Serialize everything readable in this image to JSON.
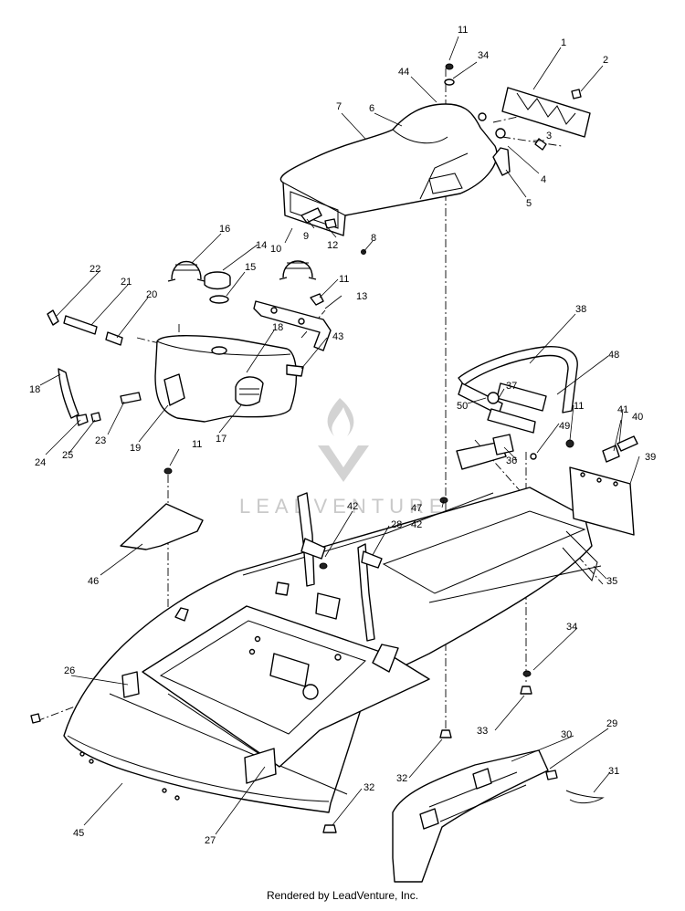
{
  "watermark": {
    "text": "LEADVENTURE"
  },
  "footer": {
    "credit": "Rendered by LeadVenture, Inc."
  },
  "callouts": [
    {
      "id": "1",
      "text": "1"
    },
    {
      "id": "2",
      "text": "2"
    },
    {
      "id": "3",
      "text": "3"
    },
    {
      "id": "4",
      "text": "4"
    },
    {
      "id": "5",
      "text": "5"
    },
    {
      "id": "6",
      "text": "6"
    },
    {
      "id": "7",
      "text": "7"
    },
    {
      "id": "8",
      "text": "8"
    },
    {
      "id": "9",
      "text": "9"
    },
    {
      "id": "10",
      "text": "10"
    },
    {
      "id": "11a",
      "text": "11"
    },
    {
      "id": "11b",
      "text": "11"
    },
    {
      "id": "11c",
      "text": "11"
    },
    {
      "id": "11d",
      "text": "11"
    },
    {
      "id": "12",
      "text": "12"
    },
    {
      "id": "13",
      "text": "13"
    },
    {
      "id": "14",
      "text": "14"
    },
    {
      "id": "15",
      "text": "15"
    },
    {
      "id": "16",
      "text": "16"
    },
    {
      "id": "17",
      "text": "17"
    },
    {
      "id": "18a",
      "text": "18"
    },
    {
      "id": "18b",
      "text": "18"
    },
    {
      "id": "19",
      "text": "19"
    },
    {
      "id": "20",
      "text": "20"
    },
    {
      "id": "21",
      "text": "21"
    },
    {
      "id": "22",
      "text": "22"
    },
    {
      "id": "23",
      "text": "23"
    },
    {
      "id": "24",
      "text": "24"
    },
    {
      "id": "25",
      "text": "25"
    },
    {
      "id": "26",
      "text": "26"
    },
    {
      "id": "27",
      "text": "27"
    },
    {
      "id": "28",
      "text": "28"
    },
    {
      "id": "29",
      "text": "29"
    },
    {
      "id": "30",
      "text": "30"
    },
    {
      "id": "31",
      "text": "31"
    },
    {
      "id": "32a",
      "text": "32"
    },
    {
      "id": "32b",
      "text": "32"
    },
    {
      "id": "33",
      "text": "33"
    },
    {
      "id": "34a",
      "text": "34"
    },
    {
      "id": "34b",
      "text": "34"
    },
    {
      "id": "35",
      "text": "35"
    },
    {
      "id": "36",
      "text": "36"
    },
    {
      "id": "37",
      "text": "37"
    },
    {
      "id": "38",
      "text": "38"
    },
    {
      "id": "39",
      "text": "39"
    },
    {
      "id": "40",
      "text": "40"
    },
    {
      "id": "41",
      "text": "41"
    },
    {
      "id": "42a",
      "text": "42"
    },
    {
      "id": "42b",
      "text": "42"
    },
    {
      "id": "43",
      "text": "43"
    },
    {
      "id": "44",
      "text": "44"
    },
    {
      "id": "45",
      "text": "45"
    },
    {
      "id": "46",
      "text": "46"
    },
    {
      "id": "47",
      "text": "47"
    },
    {
      "id": "48",
      "text": "48"
    },
    {
      "id": "49",
      "text": "49"
    },
    {
      "id": "50",
      "text": "50"
    }
  ]
}
